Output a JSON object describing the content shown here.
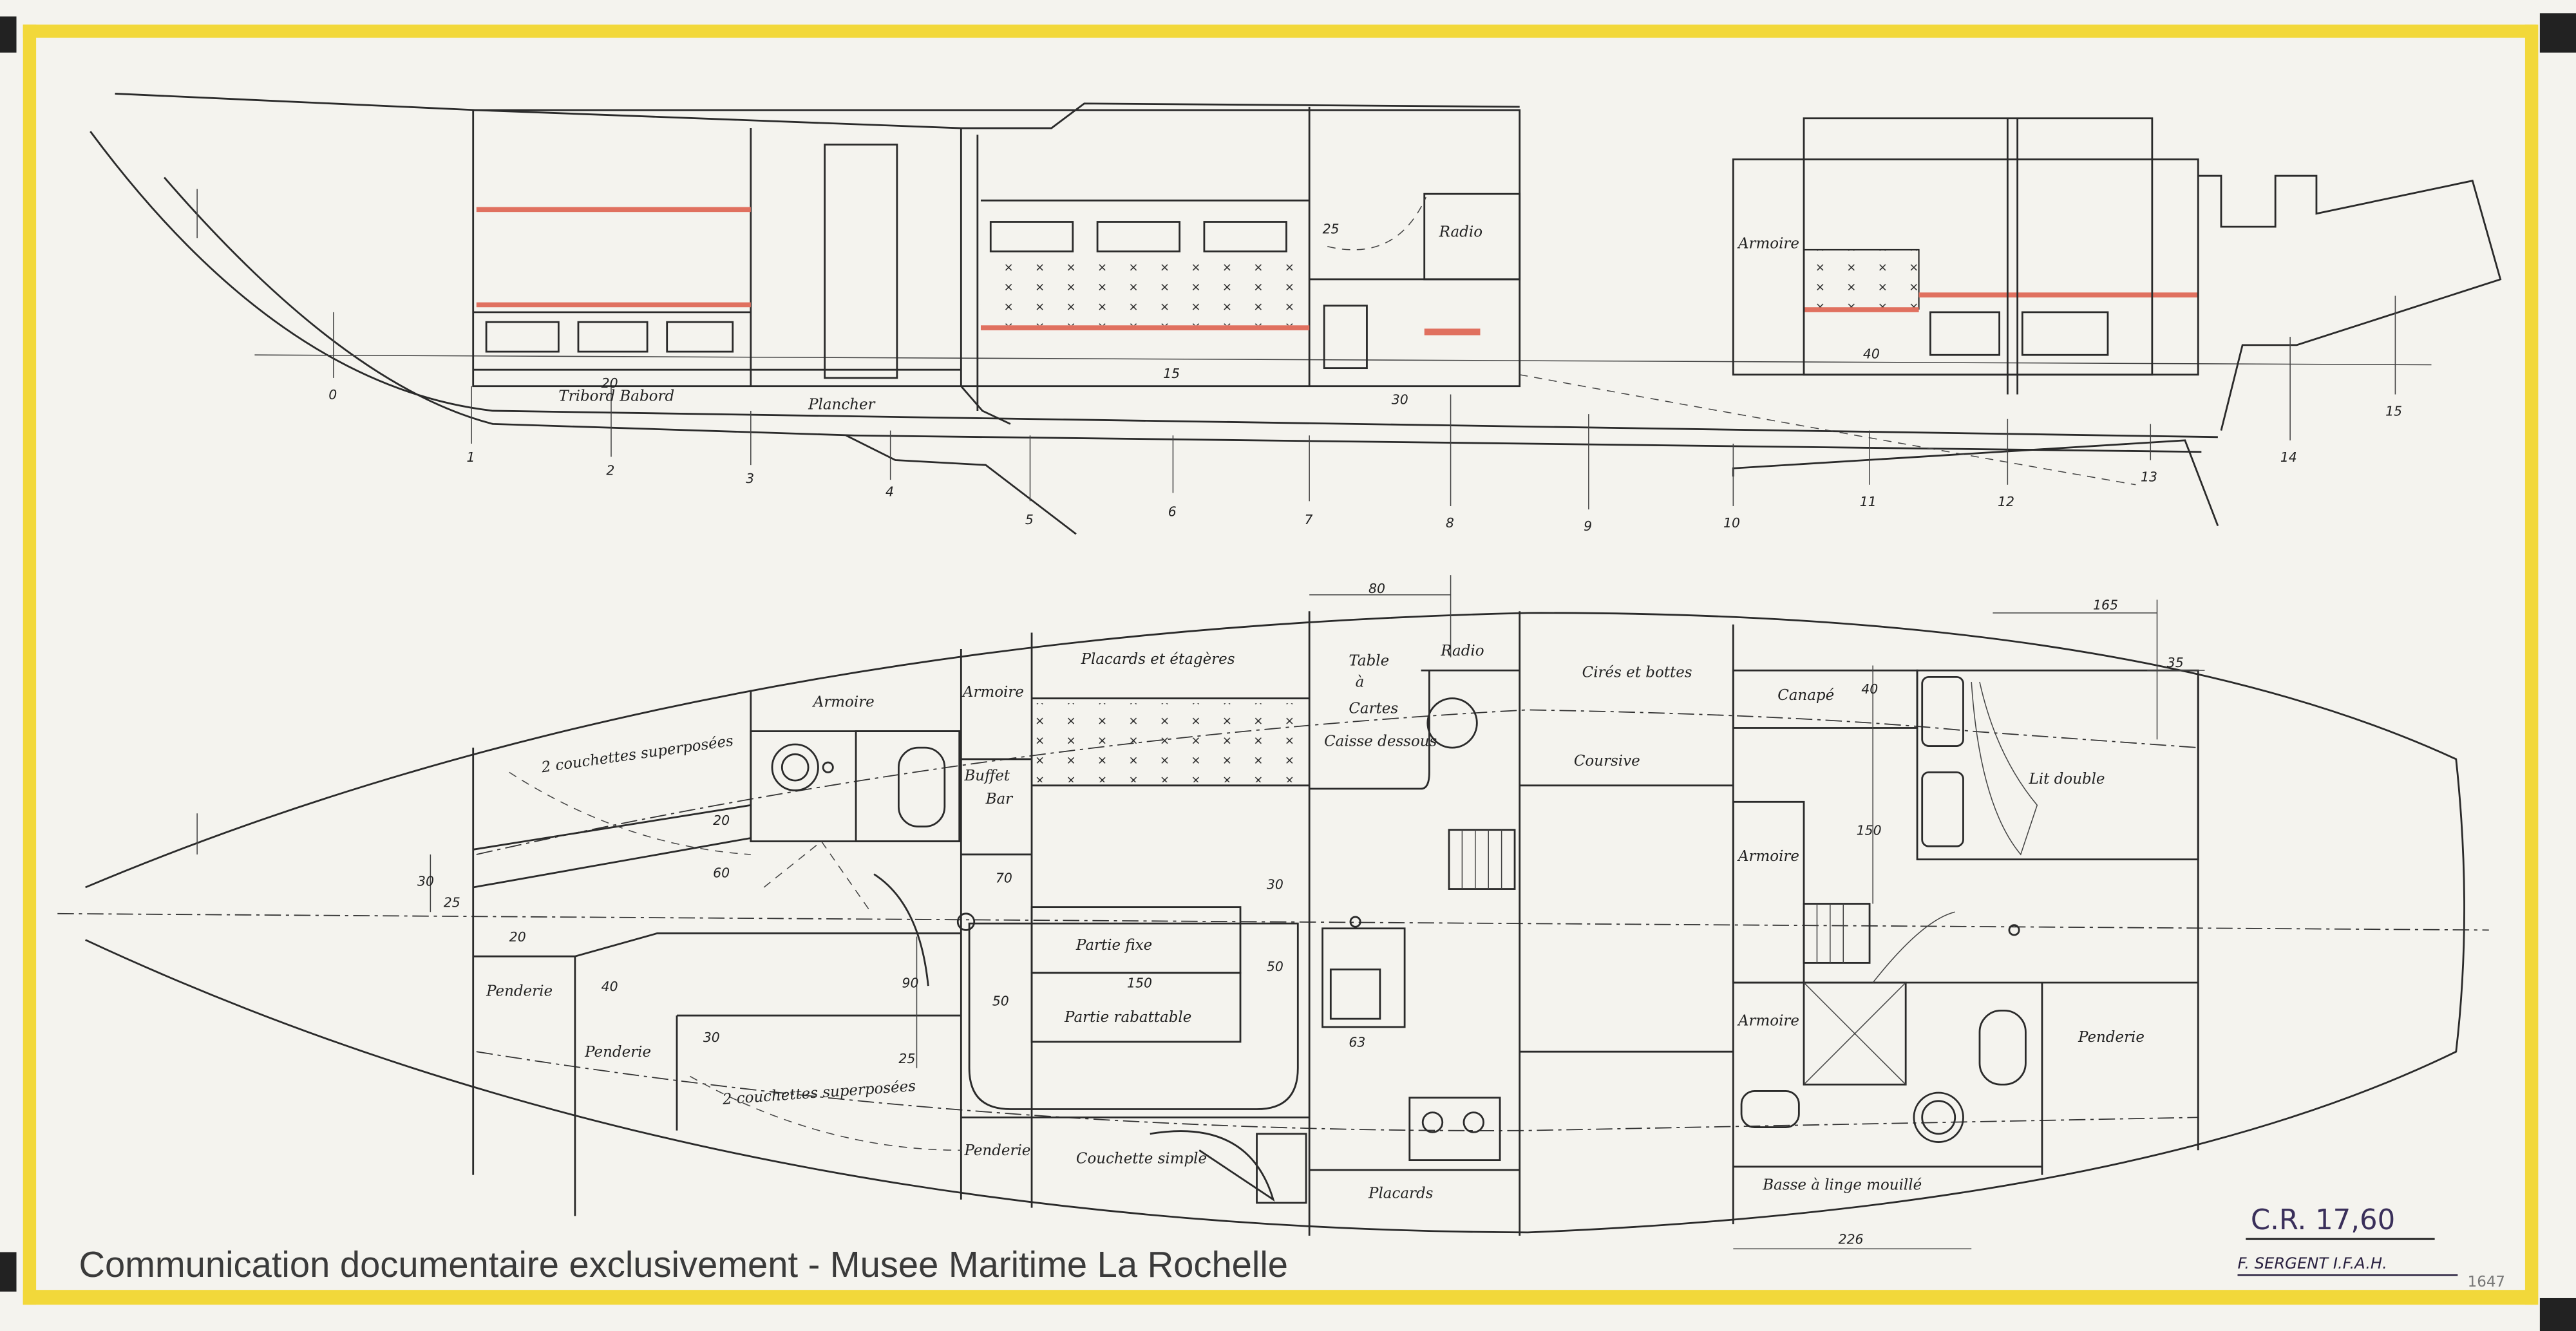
{
  "watermark": "Communication documentaire exclusivement - Musee Maritime La Rochelle",
  "title_block": {
    "model": "C.R. 17,60",
    "designer": "F. SERGENT I.F.A.H.",
    "reference": "1647"
  },
  "colors": {
    "border": "#f2d83a",
    "paper": "#f4f3ee",
    "ink": "#2a2a2a",
    "accent": "#e0705f"
  },
  "profile": {
    "stations": [
      "0",
      "1",
      "2",
      "3",
      "4",
      "5",
      "6",
      "7",
      "8",
      "9",
      "10",
      "11",
      "12",
      "13",
      "14",
      "15"
    ],
    "labels": {
      "tribord_babord": "Tribord Babord",
      "plancher": "Plancher",
      "radio": "Radio",
      "armoire": "Armoire"
    },
    "dims": {
      "d25": "25",
      "d30": "30",
      "d20": "20",
      "d15": "15",
      "d40": "40"
    }
  },
  "plan": {
    "labels": {
      "armoire_fwd": "Armoire",
      "couchettes_fwd": "2 couchettes superposées",
      "armoire_bar": "Armoire",
      "placards_etageres": "Placards et étagères",
      "table_1": "Table",
      "table_2": "à",
      "table_3": "Cartes",
      "table_4": "Caisse dessous",
      "radio": "Radio",
      "buffet": "Buffet",
      "bar": "Bar",
      "cires_bottes": "Cirés et bottes",
      "coursive": "Coursive",
      "canape": "Canapé",
      "lit_double": "Lit double",
      "armoire_aft1": "Armoire",
      "armoire_aft2": "Armoire",
      "penderie_1": "Penderie",
      "penderie_2": "Penderie",
      "couchettes_port": "2 couchettes superposées",
      "partie_fixe": "Partie fixe",
      "partie_rabattable": "Partie rabattable",
      "penderie_3": "Penderie",
      "couchette_simple": "Couchette simple",
      "placards": "Placards",
      "penderie_aft": "Penderie",
      "basse_linge": "Basse à linge mouillé"
    },
    "dims": {
      "d80": "80",
      "d165": "165",
      "d35": "35",
      "d150a": "150",
      "d30a": "30",
      "d50a": "50",
      "d50b": "50",
      "d63": "63",
      "d70": "70",
      "d90": "90",
      "d60": "60",
      "d40a": "40",
      "d30b": "30",
      "d25": "25",
      "d20a": "20",
      "d30c": "30",
      "d25b": "25",
      "d40b": "40",
      "d150b": "150",
      "d226": "226",
      "d20b": "20"
    }
  }
}
